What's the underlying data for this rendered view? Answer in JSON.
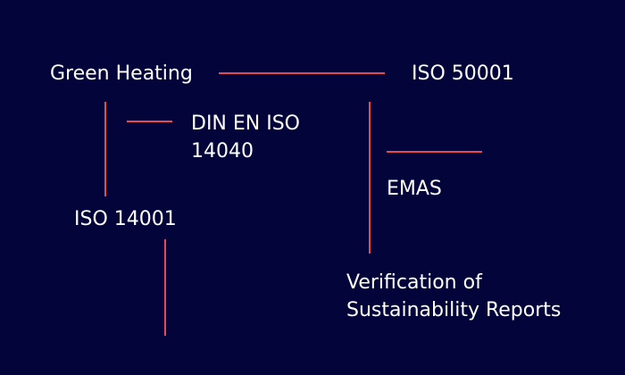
{
  "colors": {
    "background": "#03053a",
    "text": "#ffffff",
    "connector": "#e84a55"
  },
  "labels": {
    "green_heating": "Green Heating",
    "iso_50001": "ISO 50001",
    "din_en_iso_line1": "DIN EN ISO",
    "din_en_iso_line2": "14040",
    "emas": "EMAS",
    "iso_14001": "ISO 14001",
    "verification_line1": "Verification of",
    "verification_line2": "Sustainability Reports"
  }
}
